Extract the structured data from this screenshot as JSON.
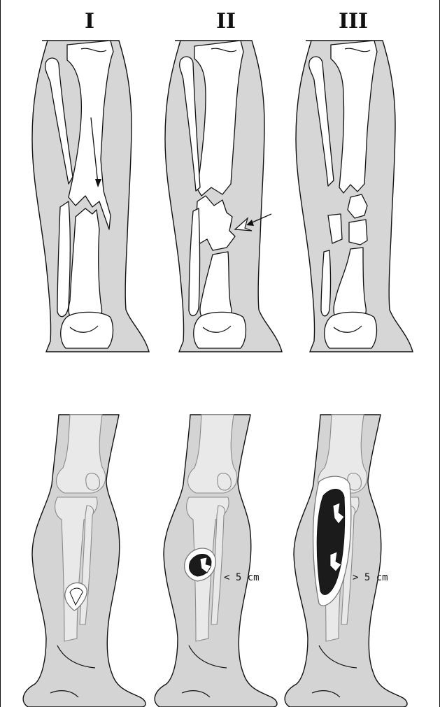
{
  "figure": {
    "columns": [
      {
        "id": "I",
        "roman_label": "I",
        "wound_label": ""
      },
      {
        "id": "II",
        "roman_label": "II",
        "wound_label": "< 5 cm"
      },
      {
        "id": "III",
        "roman_label": "III",
        "wound_label": "> 5 cm"
      }
    ]
  },
  "colors": {
    "soft_tissue": "#d6d6d6",
    "bone": "#ffffff",
    "outline": "#111111",
    "wound": "#1b1b1b"
  }
}
